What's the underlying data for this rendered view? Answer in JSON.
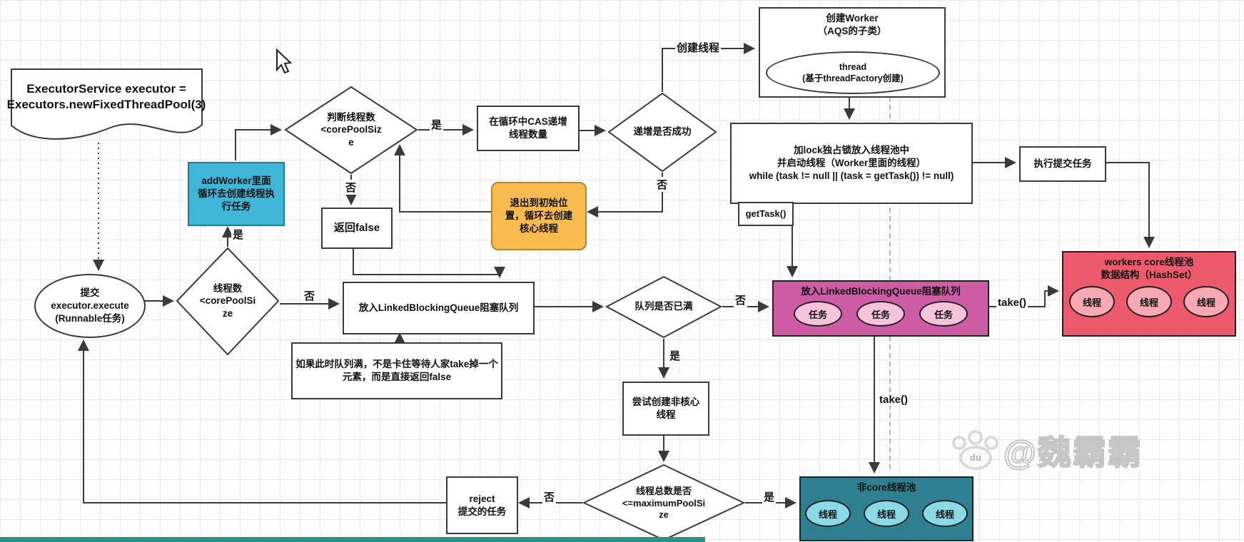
{
  "nodes": {
    "executor_doc": "ExecutorService executor = Executors.newFixedThreadPool(3)",
    "submit_ellipse": "提交\nexecutor.execute\n(Runnable任务)",
    "check_core_diamond": "线程数\n<corePoolSi\nze",
    "add_worker": "addWorker里面\n循环去创建线程执\n行任务",
    "judge_count_diamond": "判断线程数\n<corePoolSiz\ne",
    "cas_box": "在循环中CAS递增\n线程数量",
    "incr_success_diamond": "递增是否成功",
    "create_worker_title": "创建Worker\n（AQS的子类）",
    "thread_ellipse": "thread\n(基于threadFactory创建)",
    "lock_box": "加lock独占锁放入线程池中\n并启动线程（Worker里面的线程）\nwhile (task != null || (task = getTask()) != null)",
    "exec_task": "执行提交任务",
    "return_false": "返回false",
    "exit_loop": "退出到初始位\n置，循环去创建\n核心线程",
    "queue_box": "放入LinkedBlockingQueue阻塞队列",
    "queue_full_diamond": "队列是否已满",
    "queue_note": "如果此时队列满，不是卡住等待人家take掉一个元素，而是直接返回false",
    "pink_queue_title": "放入LinkedBlockingQueue阻塞队列",
    "task_label": "任务",
    "workers_title": "workers core线程池\n数据结构（HashSet）",
    "thread_label": "线程",
    "try_noncore": "尝试创建非核心\n线程",
    "max_diamond": "线程总数是否\n<=maximumPoolSi\nze",
    "reject_box": "reject\n提交的任务",
    "noncore_title": "非core线程池"
  },
  "edge_labels": {
    "yes": "是",
    "no": "否",
    "create_thread": "创建线程",
    "get_task": "getTask()",
    "take": "take()"
  },
  "watermark": {
    "handle": "@魏霸霸",
    "logo": "du"
  },
  "colors": {
    "add_worker_box": "#3fb6d7",
    "exit_loop_box": "#f9bb4d",
    "colored_queue_box": "#ce5ca4",
    "task_pill": "#f6c3dd",
    "workers_pool_box": "#ee5a6d",
    "worker_thread_pill": "#f8a9b4",
    "noncore_pool_box": "#2e7f8f",
    "noncore_thread_pill": "#8ad9e6",
    "bottom_bar": "#2e8f86"
  }
}
